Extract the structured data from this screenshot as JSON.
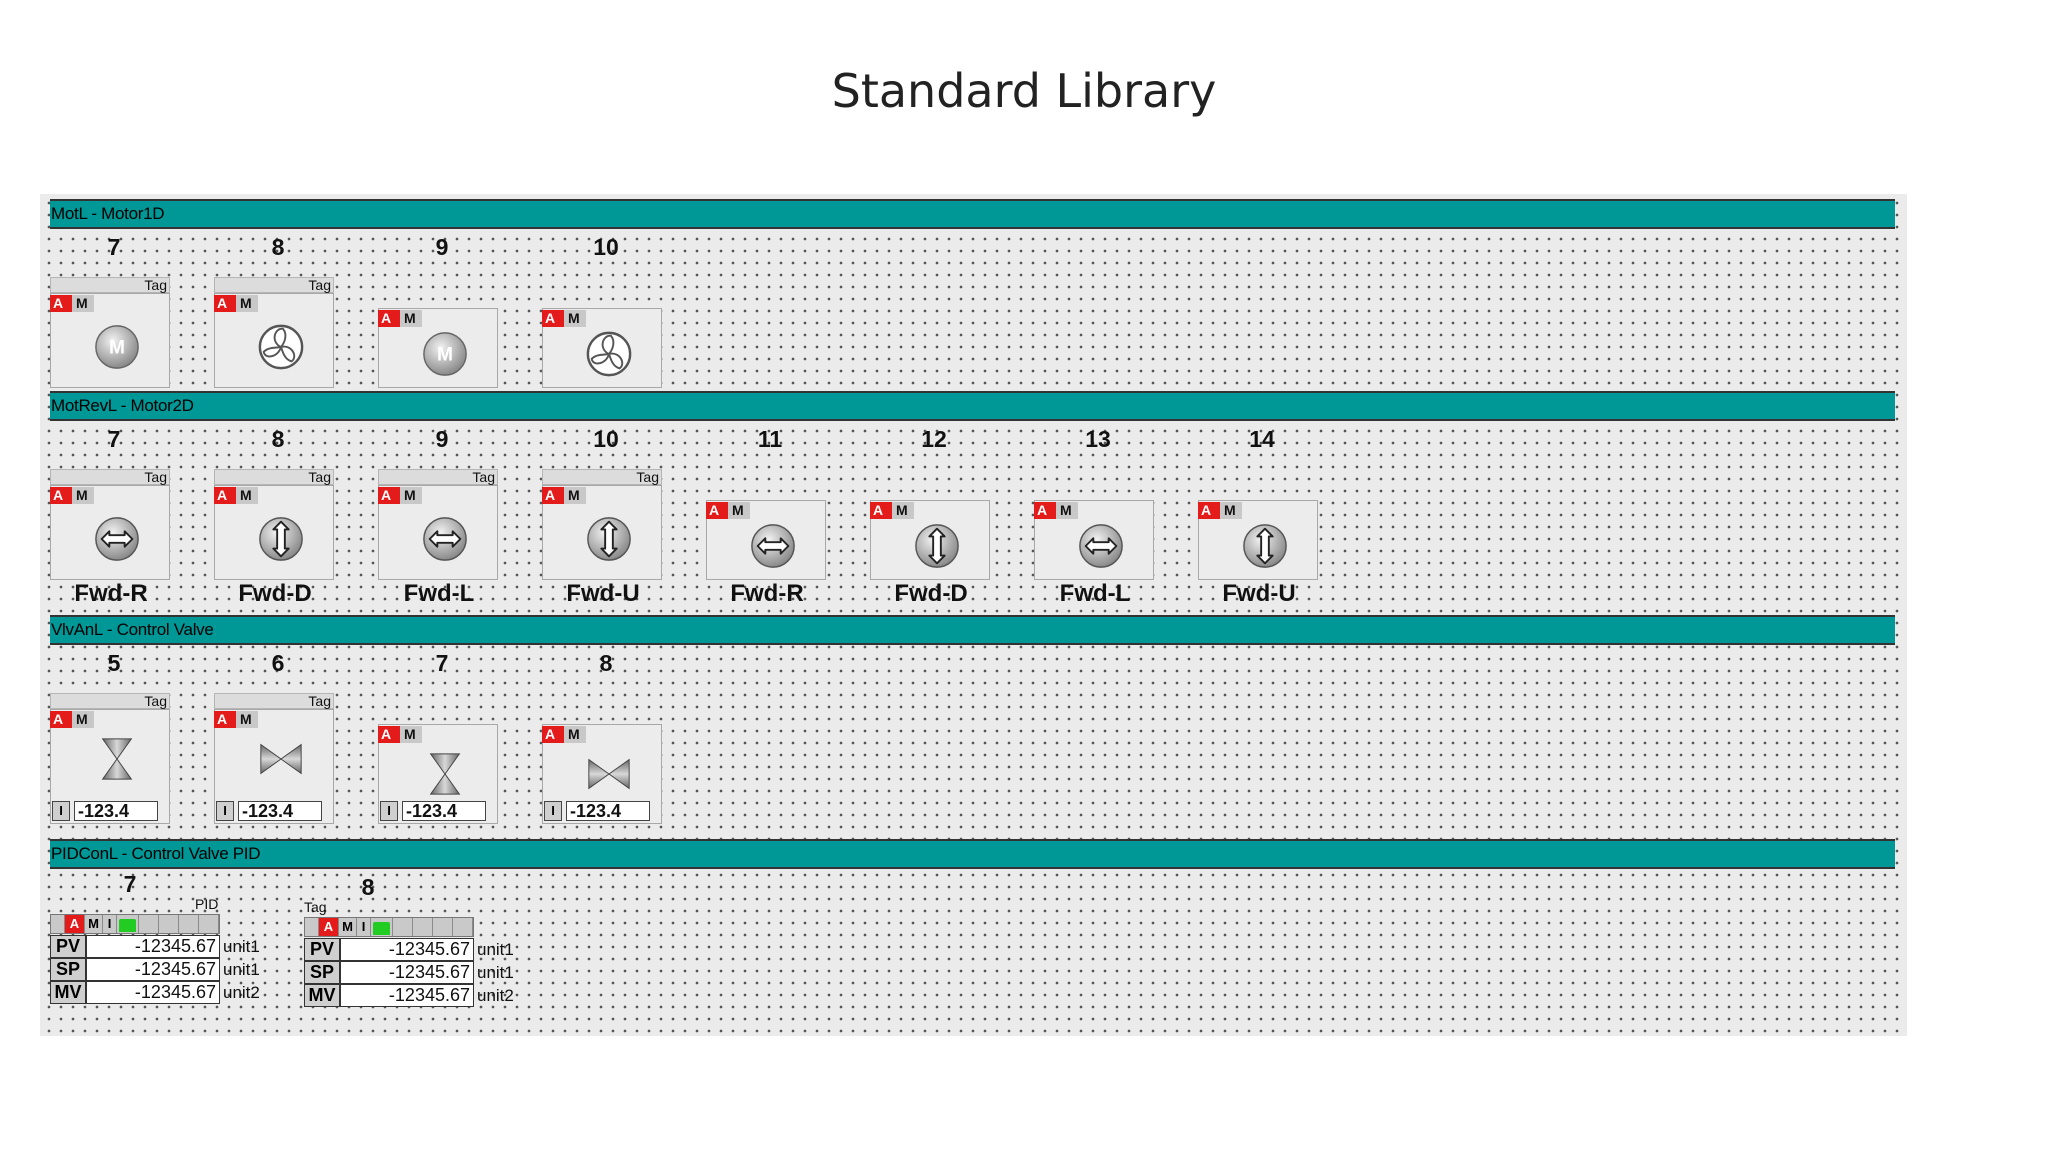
{
  "slide_title": "Standard Library",
  "sections": [
    {
      "title": "MotL - Motor1D",
      "items": [
        {
          "num": "7",
          "tag": "Tag",
          "a": "A",
          "m": "M",
          "icon": "motor-m-icon"
        },
        {
          "num": "8",
          "tag": "Tag",
          "a": "A",
          "m": "M",
          "icon": "fan-icon"
        },
        {
          "num": "9",
          "a": "A",
          "m": "M",
          "icon": "motor-m-icon"
        },
        {
          "num": "10",
          "a": "A",
          "m": "M",
          "icon": "fan-icon"
        }
      ]
    },
    {
      "title": "MotRevL - Motor2D",
      "items": [
        {
          "num": "7",
          "tag": "Tag",
          "a": "A",
          "m": "M",
          "icon": "arrow-horizontal-icon",
          "label": "Fwd-R"
        },
        {
          "num": "8",
          "tag": "Tag",
          "a": "A",
          "m": "M",
          "icon": "arrow-vertical-icon",
          "label": "Fwd-D"
        },
        {
          "num": "9",
          "tag": "Tag",
          "a": "A",
          "m": "M",
          "icon": "arrow-horizontal-icon",
          "label": "Fwd-L"
        },
        {
          "num": "10",
          "tag": "Tag",
          "a": "A",
          "m": "M",
          "icon": "arrow-vertical-icon",
          "label": "Fwd-U"
        },
        {
          "num": "11",
          "a": "A",
          "m": "M",
          "icon": "arrow-horizontal-icon",
          "label": "Fwd-R"
        },
        {
          "num": "12",
          "a": "A",
          "m": "M",
          "icon": "arrow-vertical-icon",
          "label": "Fwd-D"
        },
        {
          "num": "13",
          "a": "A",
          "m": "M",
          "icon": "arrow-horizontal-icon",
          "label": "Fwd-L"
        },
        {
          "num": "14",
          "a": "A",
          "m": "M",
          "icon": "arrow-vertical-icon",
          "label": "Fwd-U"
        }
      ]
    },
    {
      "title": "VlvAnL - Control Valve",
      "items": [
        {
          "num": "5",
          "tag": "Tag",
          "a": "A",
          "m": "M",
          "icon": "valve-vertical-icon",
          "i": "I",
          "value": "-123.4"
        },
        {
          "num": "6",
          "tag": "Tag",
          "a": "A",
          "m": "M",
          "icon": "valve-horizontal-icon",
          "i": "I",
          "value": "-123.4"
        },
        {
          "num": "7",
          "a": "A",
          "m": "M",
          "icon": "valve-vertical-icon",
          "i": "I",
          "value": "-123.4"
        },
        {
          "num": "8",
          "a": "A",
          "m": "M",
          "icon": "valve-horizontal-icon",
          "i": "I",
          "value": "-123.4"
        }
      ]
    },
    {
      "title": "PIDConL - Control Valve PID",
      "items": [
        {
          "num": "7",
          "toplabel": "PID",
          "a": "A",
          "m": "M",
          "i": "I",
          "rows": [
            {
              "label": "PV",
              "value": "-12345.67",
              "unit": "unit1"
            },
            {
              "label": "SP",
              "value": "-12345.67",
              "unit": "unit1"
            },
            {
              "label": "MV",
              "value": "-12345.67",
              "unit": "unit2"
            }
          ]
        },
        {
          "num": "8",
          "toplabel": "Tag",
          "a": "A",
          "m": "M",
          "i": "I",
          "rows": [
            {
              "label": "PV",
              "value": "-12345.67",
              "unit": "unit1"
            },
            {
              "label": "SP",
              "value": "-12345.67",
              "unit": "unit1"
            },
            {
              "label": "MV",
              "value": "-12345.67",
              "unit": "unit2"
            }
          ]
        }
      ]
    }
  ],
  "colors": {
    "section_bar": "#009797",
    "mode_auto": "#e31b1b",
    "status_green": "#22cc22"
  }
}
